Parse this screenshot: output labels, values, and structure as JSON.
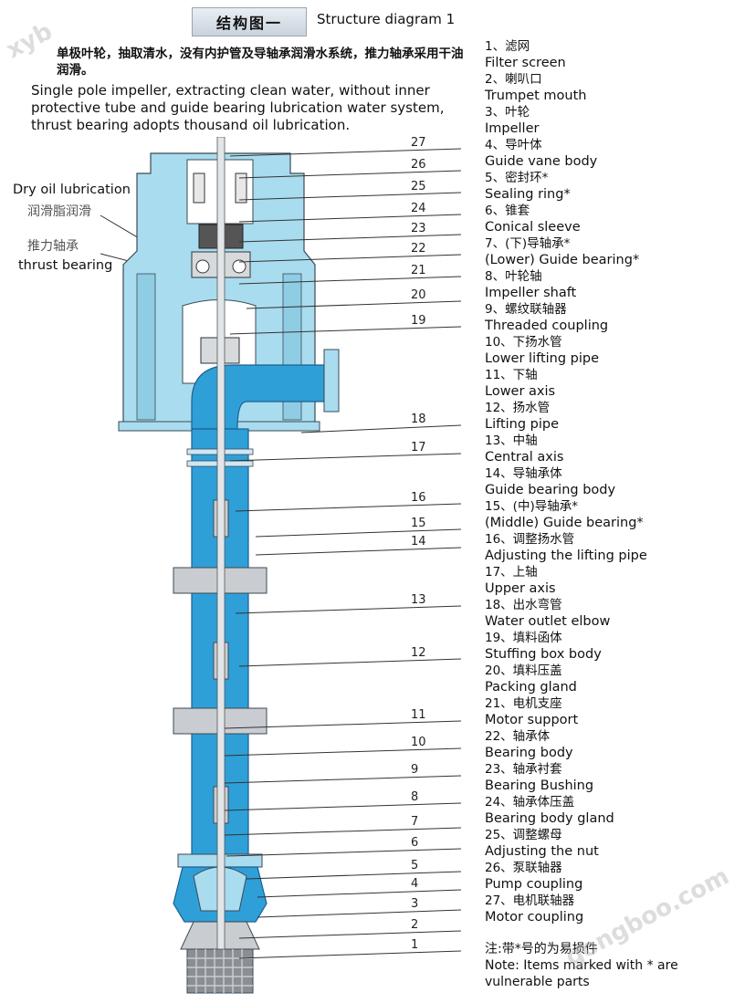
{
  "title_zh": "结构图一",
  "title_en": "Structure diagram 1",
  "intro_zh": "单极叶轮，抽取清水，没有内护管及导轴承润滑水系统，推力轴承采用干油润滑。",
  "intro_en": "Single pole impeller, extracting clean water, without inner protective tube and guide bearing lubrication water system, thrust bearing adopts thousand oil lubrication.",
  "side_labels": {
    "dry_oil_en": "Dry oil lubrication",
    "dry_oil_zh": "润滑脂润滑",
    "thrust_zh": "推力轴承",
    "thrust_en": "thrust bearing"
  },
  "callout_numbers": [
    "27",
    "26",
    "25",
    "24",
    "23",
    "22",
    "21",
    "20",
    "19",
    "18",
    "17",
    "16",
    "15",
    "14",
    "13",
    "12",
    "11",
    "10",
    "9",
    "8",
    "7",
    "6",
    "5",
    "4",
    "3",
    "2",
    "1"
  ],
  "legend": [
    {
      "zh": "1、滤网",
      "en": " Filter screen"
    },
    {
      "zh": "2、喇叭口",
      "en": "Trumpet mouth"
    },
    {
      "zh": "3、叶轮",
      "en": "Impeller"
    },
    {
      "zh": "4、导叶体",
      "en": "Guide vane body"
    },
    {
      "zh": "5、密封环*",
      "en": "Sealing ring*"
    },
    {
      "zh": "6、锥套",
      "en": "Conical sleeve"
    },
    {
      "zh": "7、(下)导轴承*",
      "en": "(Lower) Guide bearing*"
    },
    {
      "zh": "8、叶轮轴",
      "en": "Impeller shaft"
    },
    {
      "zh": "9、螺纹联轴器",
      "en": "Threaded coupling"
    },
    {
      "zh": "10、下扬水管",
      "en": "Lower lifting pipe"
    },
    {
      "zh": "11、下轴",
      "en": "Lower axis"
    },
    {
      "zh": "12、扬水管",
      "en": "Lifting pipe"
    },
    {
      "zh": "13、中轴",
      "en": "Central axis"
    },
    {
      "zh": "14、导轴承体",
      "en": "Guide bearing body"
    },
    {
      "zh": "15、(中)导轴承*",
      "en": "(Middle) Guide bearing*"
    },
    {
      "zh": "16、调整扬水管",
      "en": "Adjusting the lifting pipe"
    },
    {
      "zh": "17、上轴",
      "en": "Upper axis"
    },
    {
      "zh": "18、出水弯管",
      "en": "Water outlet elbow"
    },
    {
      "zh": "19、填料函体",
      "en": "Stuffing box body"
    },
    {
      "zh": "20、填料压盖",
      "en": "Packing gland"
    },
    {
      "zh": "21、电机支座",
      "en": "Motor support"
    },
    {
      "zh": "22、轴承体",
      "en": "Bearing body"
    },
    {
      "zh": "23、轴承衬套",
      "en": "Bearing Bushing"
    },
    {
      "zh": "24、轴承体压盖",
      "en": "Bearing body gland"
    },
    {
      "zh": "25、调整螺母",
      "en": "Adjusting the nut"
    },
    {
      "zh": "26、泵联轴器",
      "en": "Pump coupling"
    },
    {
      "zh": "27、电机联轴器",
      "en": "Motor coupling"
    }
  ],
  "note_zh": "注:带*号的为易损件",
  "note_en": "Note: Items marked with * are vulnerable parts",
  "watermarks": [
    "xyb",
    "gongboo.com"
  ],
  "colors": {
    "housing": "#a9dcee",
    "water": "#2f9fd8",
    "water_dark": "#1d7fbf",
    "steel": "#c9ccd0",
    "outline": "#3a4a55"
  }
}
